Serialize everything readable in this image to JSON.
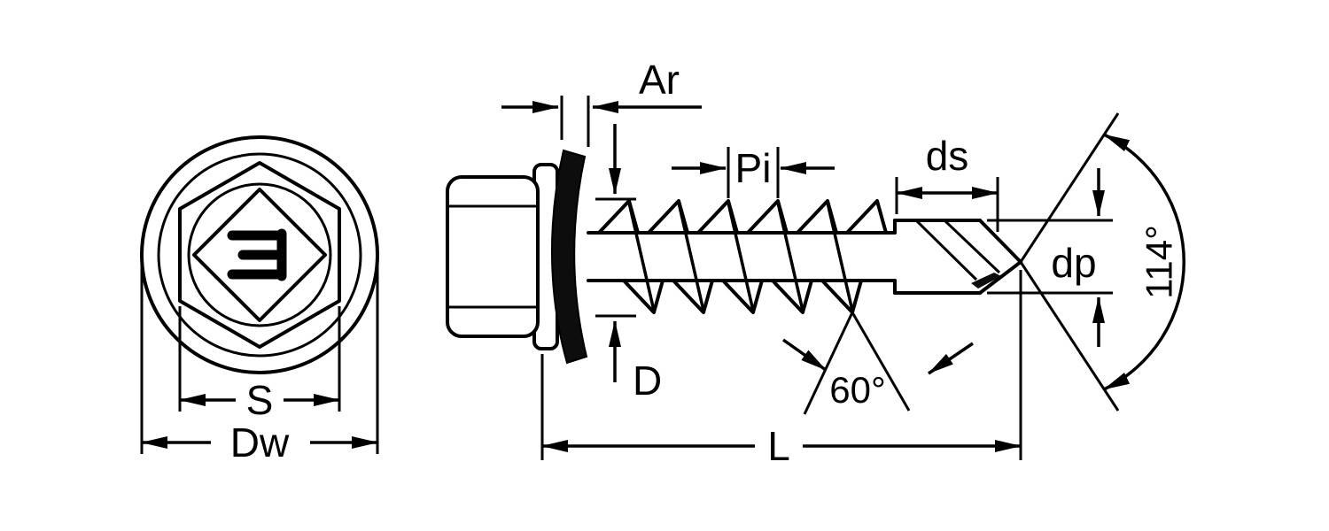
{
  "labels": {
    "ar": "Ar",
    "pi": "Pi",
    "ds": "ds",
    "dp": "dp",
    "point_angle": "114°",
    "d": "D",
    "thread_angle": "60°",
    "l": "L",
    "s": "S",
    "dw": "Dw"
  },
  "colors": {
    "line": "#000000",
    "background": "#ffffff",
    "rubber_washer": "#0d0d0d"
  }
}
